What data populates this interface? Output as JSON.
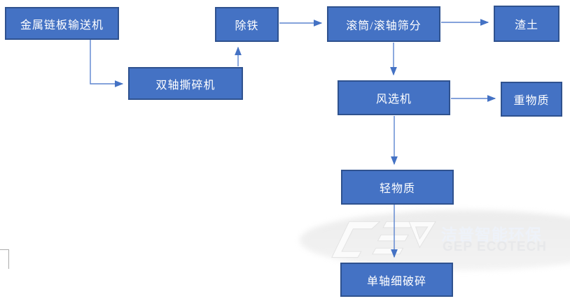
{
  "diagram": {
    "type": "flowchart",
    "colors": {
      "node_fill": "#4472C4",
      "node_border": "#2F528F",
      "node_text": "#FFFFFF",
      "arrow": "#4472C4"
    },
    "nodes": [
      {
        "id": "conveyor",
        "label": "金属链板输送机"
      },
      {
        "id": "shredder",
        "label": "双轴撕碎机"
      },
      {
        "id": "iron-removal",
        "label": "除铁"
      },
      {
        "id": "screening",
        "label": "滚筒/滚轴筛分"
      },
      {
        "id": "slag",
        "label": "渣土"
      },
      {
        "id": "air-separator",
        "label": "风选机"
      },
      {
        "id": "heavy-material",
        "label": "重物质"
      },
      {
        "id": "light-material",
        "label": "轻物质"
      },
      {
        "id": "fine-crusher",
        "label": "单轴细破碎"
      }
    ],
    "edges": [
      {
        "from": "金属链板输送机",
        "to": "双轴撕碎机"
      },
      {
        "from": "双轴撕碎机",
        "to": "除铁"
      },
      {
        "from": "除铁",
        "to": "滚筒/滚轴筛分"
      },
      {
        "from": "滚筒/滚轴筛分",
        "to": "渣土"
      },
      {
        "from": "滚筒/滚轴筛分",
        "to": "风选机"
      },
      {
        "from": "风选机",
        "to": "重物质"
      },
      {
        "from": "风选机",
        "to": "轻物质"
      },
      {
        "from": "轻物质",
        "to": "单轴细破碎"
      }
    ]
  },
  "watermark": {
    "brand_cn": "洁普智能环保",
    "brand_en": "GEP ECOTECH",
    "logo": "gep-logo-mark"
  }
}
